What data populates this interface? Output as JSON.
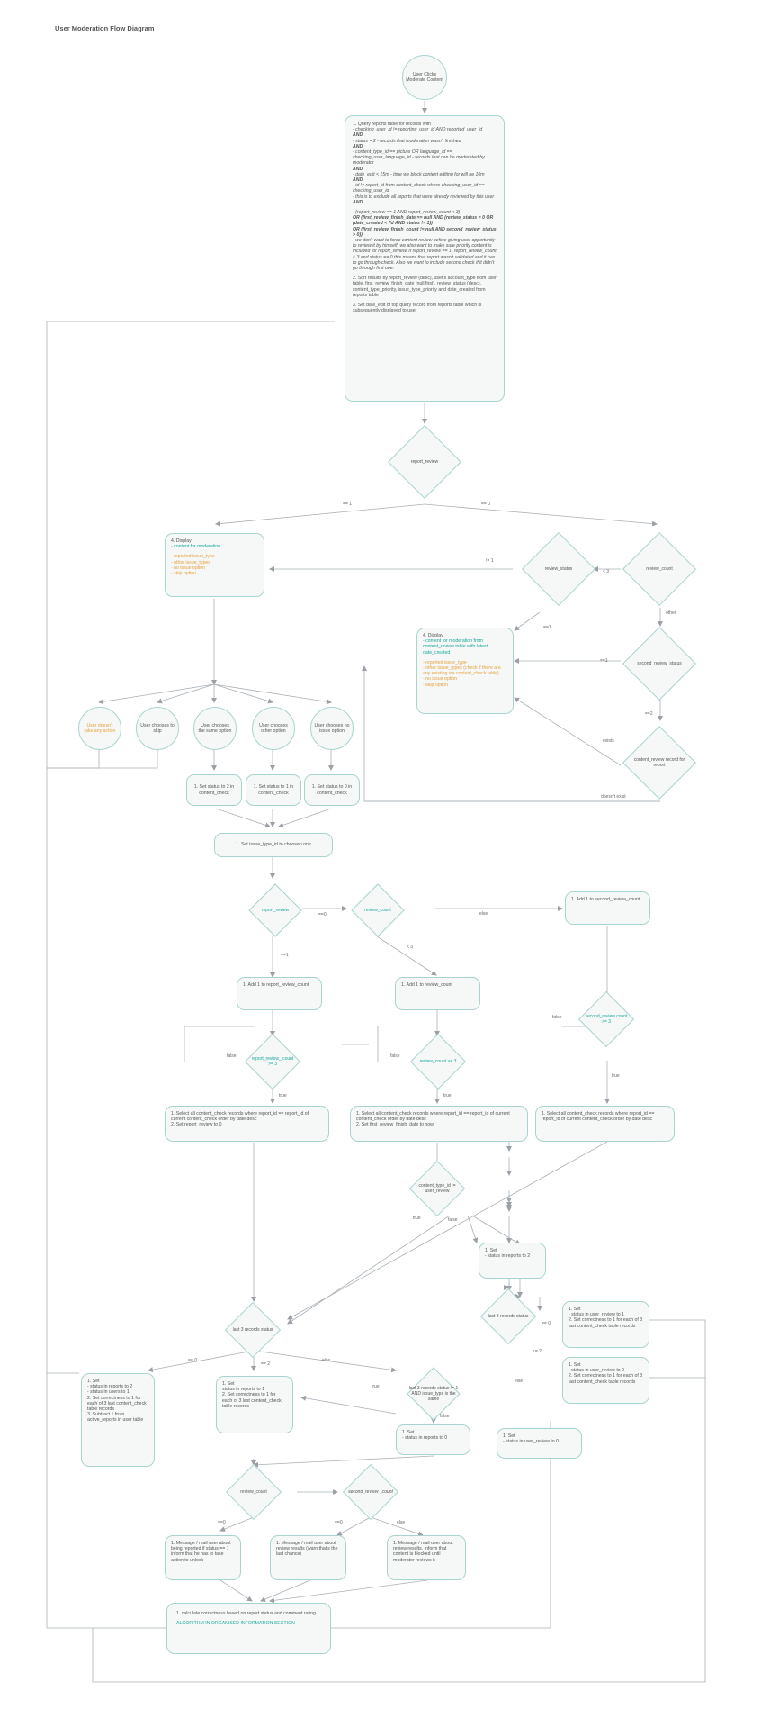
{
  "diagram_title": "User Moderation Flow Diagram",
  "nodes": {
    "start": "User Clicks Moderate Content",
    "query": [
      "1. Query reports table for records with",
      "- checking_user_id != reporting_user_id AND reported_user_id",
      "AND",
      "- status = 2 - records that moderation wasn't finished",
      "AND",
      "- content_type_id == picture OR language_id == checking_user_language_id - records that can be moderated by moderator",
      "AND",
      "- date_edit < 15m - time we block content editing for will be 10m",
      "AND",
      "- id != report_id from content_check where checking_user_id == checking_user_id",
      "- this is to exclude all reports that were already reviewed by this user",
      "AND",
      "",
      "- (report_review == 1 AND report_review_count < 3)",
      "OR (first_review_finish_date == null AND (review_status = 0 OR (date_created < 7d AND status != 1))",
      "OR (first_review_finish_count != null AND second_review_status > 0))",
      "- we don't want to force content review before giving user opportunity to review it by himself, we also want to make sure priority content is included for report_review. If report_review == 1, report_review_count < 3 and status == 0 this means that report wasn't validated and it has to go through check. Also we want to include second check if it didn't go through first one.",
      "",
      "2. Sort results by report_review (desc), user's account_type from user table, first_review_finish_date (null first), review_status (desc), content_type_priority, issue_type_priority and date_created from reports table",
      "",
      "3. Set date_edit of top query record from reports table which is subsequently displayed to user"
    ],
    "report_review_d1": "report_review",
    "review_status_d": "review_status",
    "review_count_d1": "review_count",
    "second_review_status_d": "second_review_status",
    "content_review_record_d": "content_review record for report",
    "display_a": [
      "4. Display",
      "- content for moderation",
      "",
      "- reported issue_type",
      "- other issue_types",
      "- no issue option",
      "- skip option"
    ],
    "display_b": [
      "4. Display",
      "- content for moderation from content_review table with latest date_created",
      "",
      "- reported issue_type",
      "- other issue_types (check if there are any existing via content_check table)",
      "- no issue option",
      "- skip option"
    ],
    "user_no_action": "User doesn't take any action",
    "user_skip": "User chooses to skip",
    "user_same": "User chooses the same option",
    "user_other": "User chooses other option",
    "user_noissue": "User chooses no issue option",
    "set_status2": "1. Set status to 2 in content_check",
    "set_status1": "1. Set status to 1 in content_check",
    "set_status0": "1. Set status to 0 in content_check",
    "set_issue_type": "1. Set issue_type_id to choosen one",
    "report_review_d2": "report_review",
    "review_count_d2": "review_count",
    "add_second": "1. Add 1 to second_review_count",
    "add_report_count": "1. Add 1 to report_review_count",
    "add_review_count": "1. Add 1 to review_count",
    "second_count_d": "second_review count >= 3",
    "report_count_d": "report_review_ count >= 3",
    "review_count_d3": "review_count >= 3",
    "select_a": [
      "1. Select all content_check records where report_id == report_id of current content_check order by date desc",
      "2. Set report_review to 0"
    ],
    "select_b": [
      "1. Select all content_check records where report_id == report_id of current content_check order by date desc",
      "2. Set first_review_finish_date to now"
    ],
    "select_c": [
      "1. Select all content_check records where report_id == report_id of current content_check order by date desc"
    ],
    "content_type_d": "content_type_id != user_review",
    "set_status_reports2": [
      "1. Set",
      "- status in reports to 2"
    ],
    "last3_d1": "last 3 records status",
    "last3_d2": "last 3 records status",
    "last3_d3": "last 3 records status != 1 AND issue_type is the same",
    "left_set": [
      "1. Set",
      "- status in reports to 2",
      "- status in users to 1",
      "2. Set correctness to 1 for each of 3 last content_check table records",
      "3. Subtract 1 from active_reports in user table"
    ],
    "mid_set": [
      "1. Set",
      "status in reports to 1",
      "2. Set correctness to 1 for each of 3 last content_check table records"
    ],
    "set_reports0": [
      "1. Set",
      "- status in reports to 0"
    ],
    "right_set1": [
      "1. Set",
      "- status in user_review to 1",
      "2. Set correctness to 1 for each of 3 last content_check table records"
    ],
    "right_set0": [
      "1. Set",
      "- status in user_review to 0",
      "2. Set correctness to 1 for each of 3 last content_check table records"
    ],
    "set_user_review0": [
      "1. Set",
      "- status in user_review to 0"
    ],
    "review_count_d4": "review_count",
    "second_review_count_d": "second_review _count",
    "msg_a": "1. Message / mail user about being reported if status == 1 inform that he has to take action to unlock",
    "msg_b": "1. Message / mail user about review results (warn that's the last chance)",
    "msg_c": "1. Message / mail user about review results. Inform that content is blocked until moderator reviews it",
    "final": [
      "1. calculate correctness based on report status and comment rating",
      "",
      "ALGORITHM IN ORGANISED INFORMATION SECTION"
    ]
  },
  "edge_labels": {
    "eq1": "== 1",
    "eq0": "== 0",
    "lt3": "< 3",
    "ne1": "!= 1",
    "other": "other",
    "eqeq1": "==1",
    "eq1b": "==1",
    "eq2": "==2",
    "exists": "exists",
    "doesnt_exist": "doesn't exist",
    "r_eq0": "==0",
    "r_else": "else",
    "r_eq1": "==1",
    "r_lt3": "< 3",
    "f_false1": "false",
    "f_false2": "false",
    "f_false3": "false",
    "f_true1": "true",
    "f_true2": "true",
    "f_true3": "true",
    "ct_true": "true",
    "ct_false": "false",
    "l3_eq0": "== 0",
    "l3_eq2": "== 2",
    "l3_else": "else",
    "l3b_true": "true",
    "l3b_false": "false",
    "r3_eq0": "== 0",
    "r3_lt2": "<= 2",
    "r3_else": "else",
    "m_eq0": "==0",
    "m_eq0b": "==0",
    "m_else": "else"
  }
}
